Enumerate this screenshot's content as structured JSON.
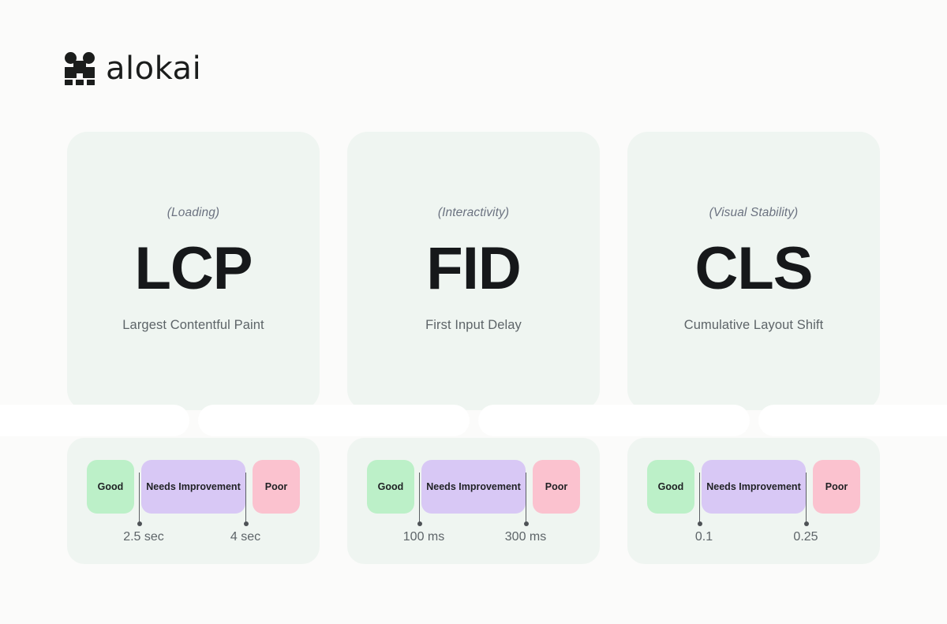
{
  "brand": {
    "name": "alokai",
    "mark_icon": "alokai-logo-mark"
  },
  "colors": {
    "page_background": "#fbfbfa",
    "card_background": "#eff5f1",
    "pill": "#ffffff",
    "good": "#bcf0c8",
    "needs_improvement": "#d8c8f5",
    "poor": "#fbc2cf",
    "connector": "#5b5f63",
    "heading_text": "#16181a",
    "muted_text": "#5d6468"
  },
  "rating_labels": {
    "good": "Good",
    "needs_improvement": "Needs Improvement",
    "poor": "Poor"
  },
  "cards": [
    {
      "category": "(Loading)",
      "abbr": "LCP",
      "name": "Largest Contentful Paint",
      "threshold_good_max": "2.5 sec",
      "threshold_poor_min": "4 sec"
    },
    {
      "category": "(Interactivity)",
      "abbr": "FID",
      "name": "First Input Delay",
      "threshold_good_max": "100 ms",
      "threshold_poor_min": "300 ms"
    },
    {
      "category": "(Visual Stability)",
      "abbr": "CLS",
      "name": "Cumulative Layout Shift",
      "threshold_good_max": "0.1",
      "threshold_poor_min": "0.25"
    }
  ]
}
